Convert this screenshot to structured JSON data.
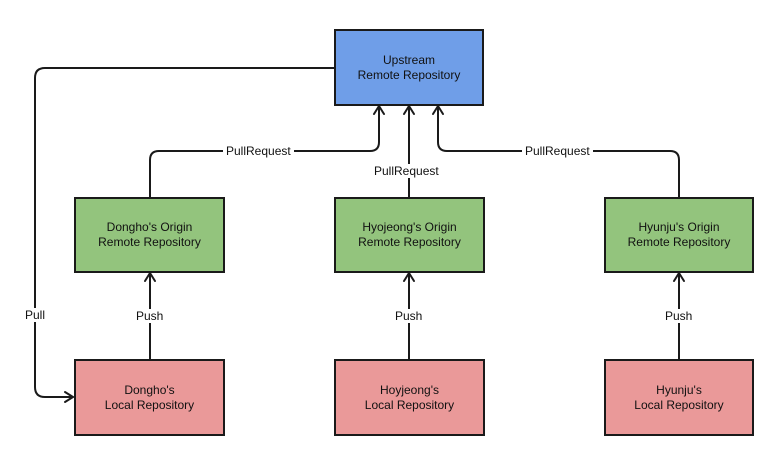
{
  "colors": {
    "upstream_fill": "#6f9ee8",
    "origin_fill": "#93c47d",
    "local_fill": "#ea9999",
    "stroke": "#1a1a1a"
  },
  "nodes": {
    "upstream": {
      "line1": "Upstream",
      "line2": "Remote Repository"
    },
    "origins": [
      {
        "line1": "Dongho's Origin",
        "line2": "Remote Repository"
      },
      {
        "line1": "Hyojeong's Origin",
        "line2": "Remote Repository"
      },
      {
        "line1": "Hyunju's Origin",
        "line2": "Remote Repository"
      }
    ],
    "locals": [
      {
        "line1": "Dongho's",
        "line2": "Local Repository"
      },
      {
        "line1": "Hoyjeong's",
        "line2": "Local Repository"
      },
      {
        "line1": "Hyunju's",
        "line2": "Local Repository"
      }
    ]
  },
  "edges": {
    "pull_request_labels": [
      "PullRequest",
      "PullRequest",
      "PullRequest"
    ],
    "push_labels": [
      "Push",
      "Push",
      "Push"
    ],
    "pull_label": "Pull"
  }
}
